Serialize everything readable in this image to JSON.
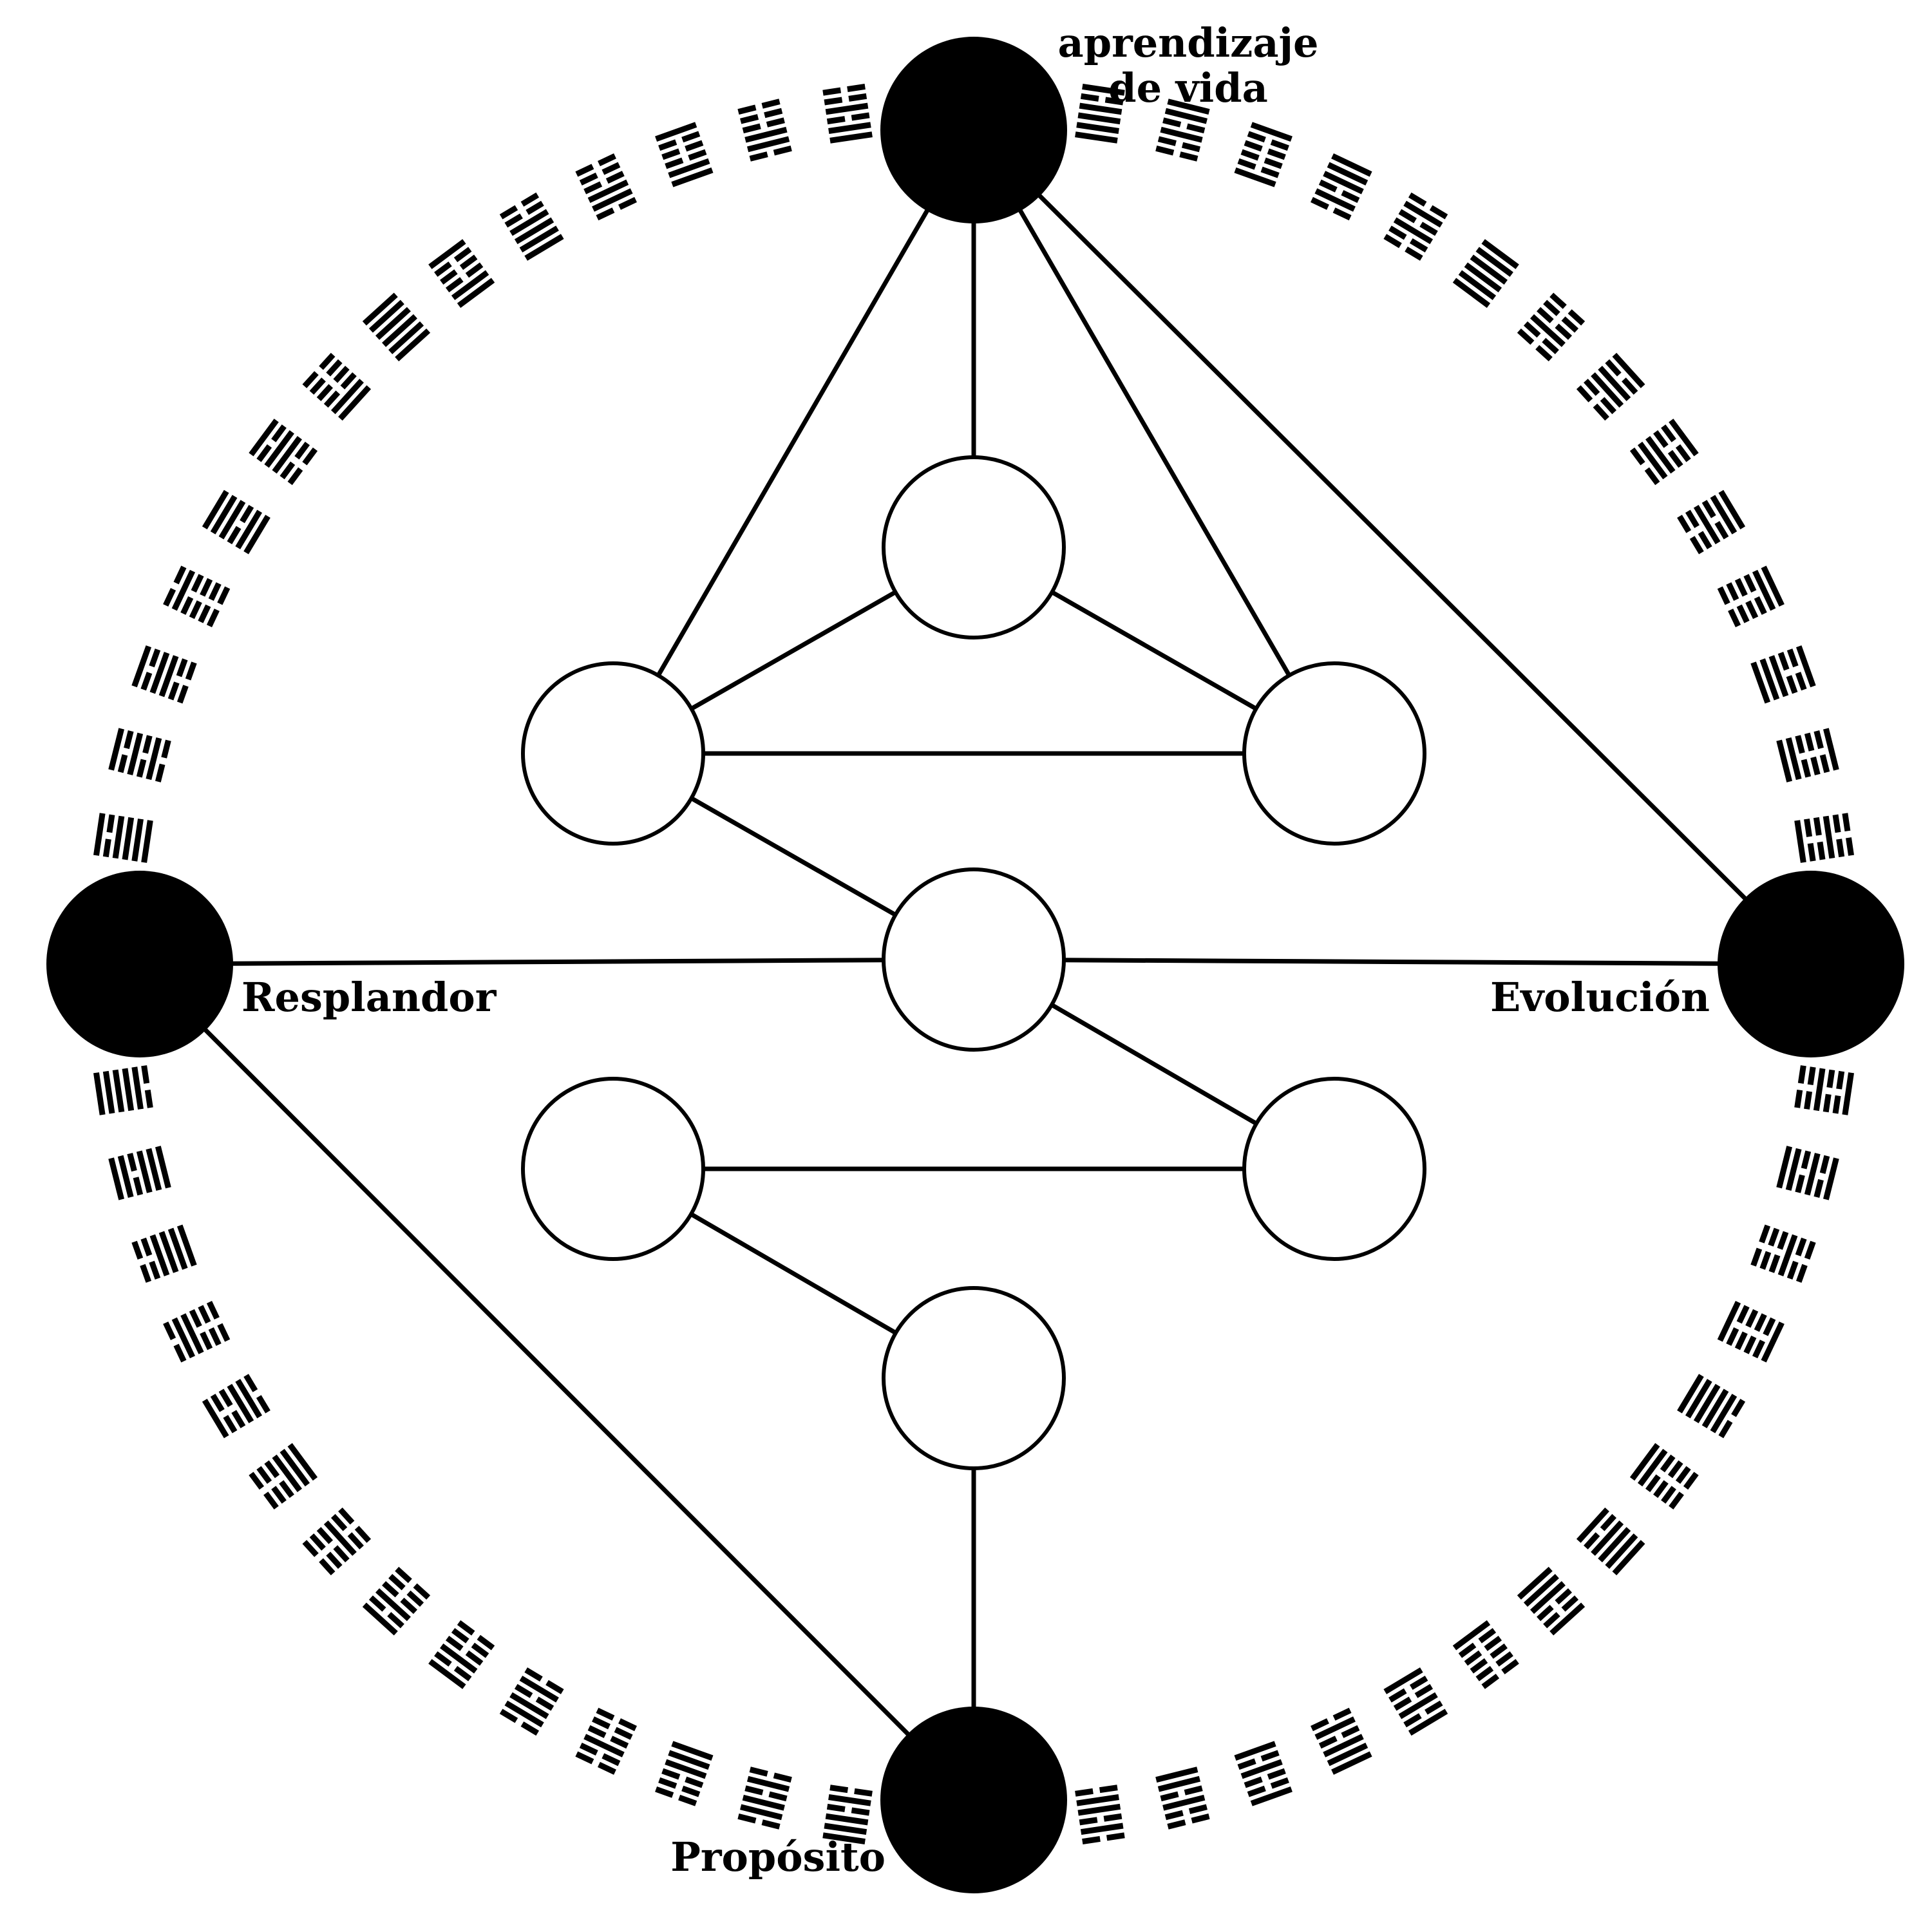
{
  "labels": {
    "top_line1": "aprendizaje",
    "top_line2": "de vida",
    "left": "Resplandor",
    "right": "Evolución",
    "bottom": "Propósito"
  },
  "colors": {
    "ink": "#000000",
    "paper": "#ffffff"
  },
  "nodes": [
    {
      "id": "top-anchor",
      "filled": true
    },
    {
      "id": "left-anchor",
      "filled": true
    },
    {
      "id": "right-anchor",
      "filled": true
    },
    {
      "id": "bottom-anchor",
      "filled": true
    },
    {
      "id": "upper-center",
      "filled": false
    },
    {
      "id": "upper-left",
      "filled": false
    },
    {
      "id": "upper-right",
      "filled": false
    },
    {
      "id": "center",
      "filled": false
    },
    {
      "id": "lower-left",
      "filled": false
    },
    {
      "id": "lower-right",
      "filled": false
    },
    {
      "id": "lower-center",
      "filled": false
    }
  ],
  "edges": [
    [
      "top-anchor",
      "upper-center"
    ],
    [
      "top-anchor",
      "upper-left"
    ],
    [
      "top-anchor",
      "upper-right"
    ],
    [
      "top-anchor",
      "right-anchor"
    ],
    [
      "upper-center",
      "upper-left"
    ],
    [
      "upper-center",
      "upper-right"
    ],
    [
      "upper-left",
      "upper-right"
    ],
    [
      "upper-left",
      "center"
    ],
    [
      "left-anchor",
      "center"
    ],
    [
      "center",
      "right-anchor"
    ],
    [
      "center",
      "lower-right"
    ],
    [
      "lower-left",
      "lower-right"
    ],
    [
      "lower-left",
      "lower-center"
    ],
    [
      "lower-center",
      "bottom-anchor"
    ],
    [
      "left-anchor",
      "bottom-anchor"
    ]
  ],
  "ring": {
    "symbol": "hexagram",
    "count": 64
  }
}
